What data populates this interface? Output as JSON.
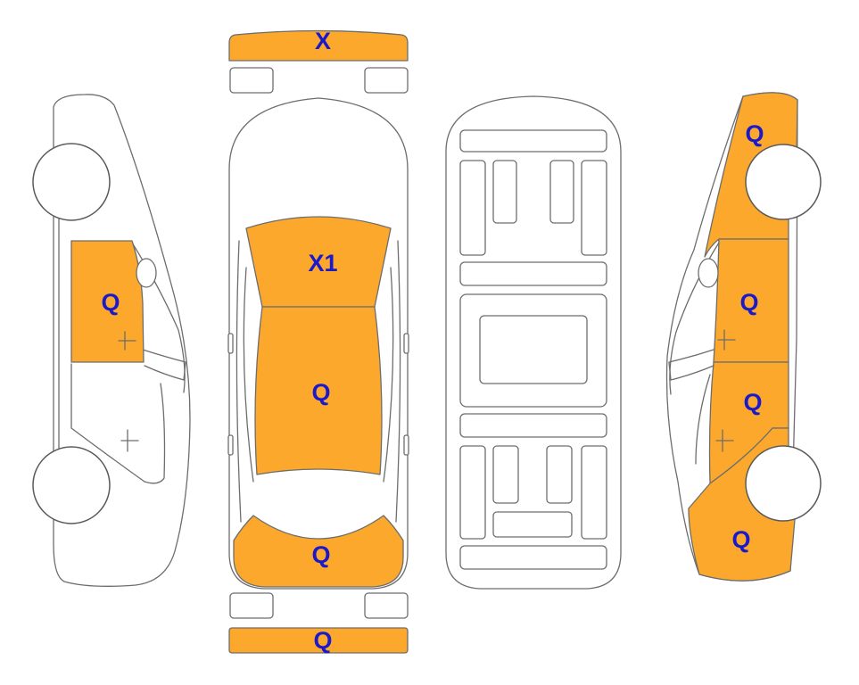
{
  "colors": {
    "damage_fill": "#FBA82D",
    "label_color": "#1A1ACB",
    "outline": "#6D6D6D",
    "background": "#FFFFFF"
  },
  "parts": {
    "front_bumper": {
      "code": "X"
    },
    "hood": {
      "code": "X1"
    },
    "roof": {
      "code": "Q"
    },
    "trunk": {
      "code": "Q"
    },
    "rear_bumper": {
      "code": "Q"
    },
    "left_front_door": {
      "code": "Q"
    },
    "right_front_fender": {
      "code": "Q"
    },
    "right_front_door": {
      "code": "Q"
    },
    "right_rear_door": {
      "code": "Q"
    },
    "right_rear_quarter": {
      "code": "Q"
    }
  }
}
